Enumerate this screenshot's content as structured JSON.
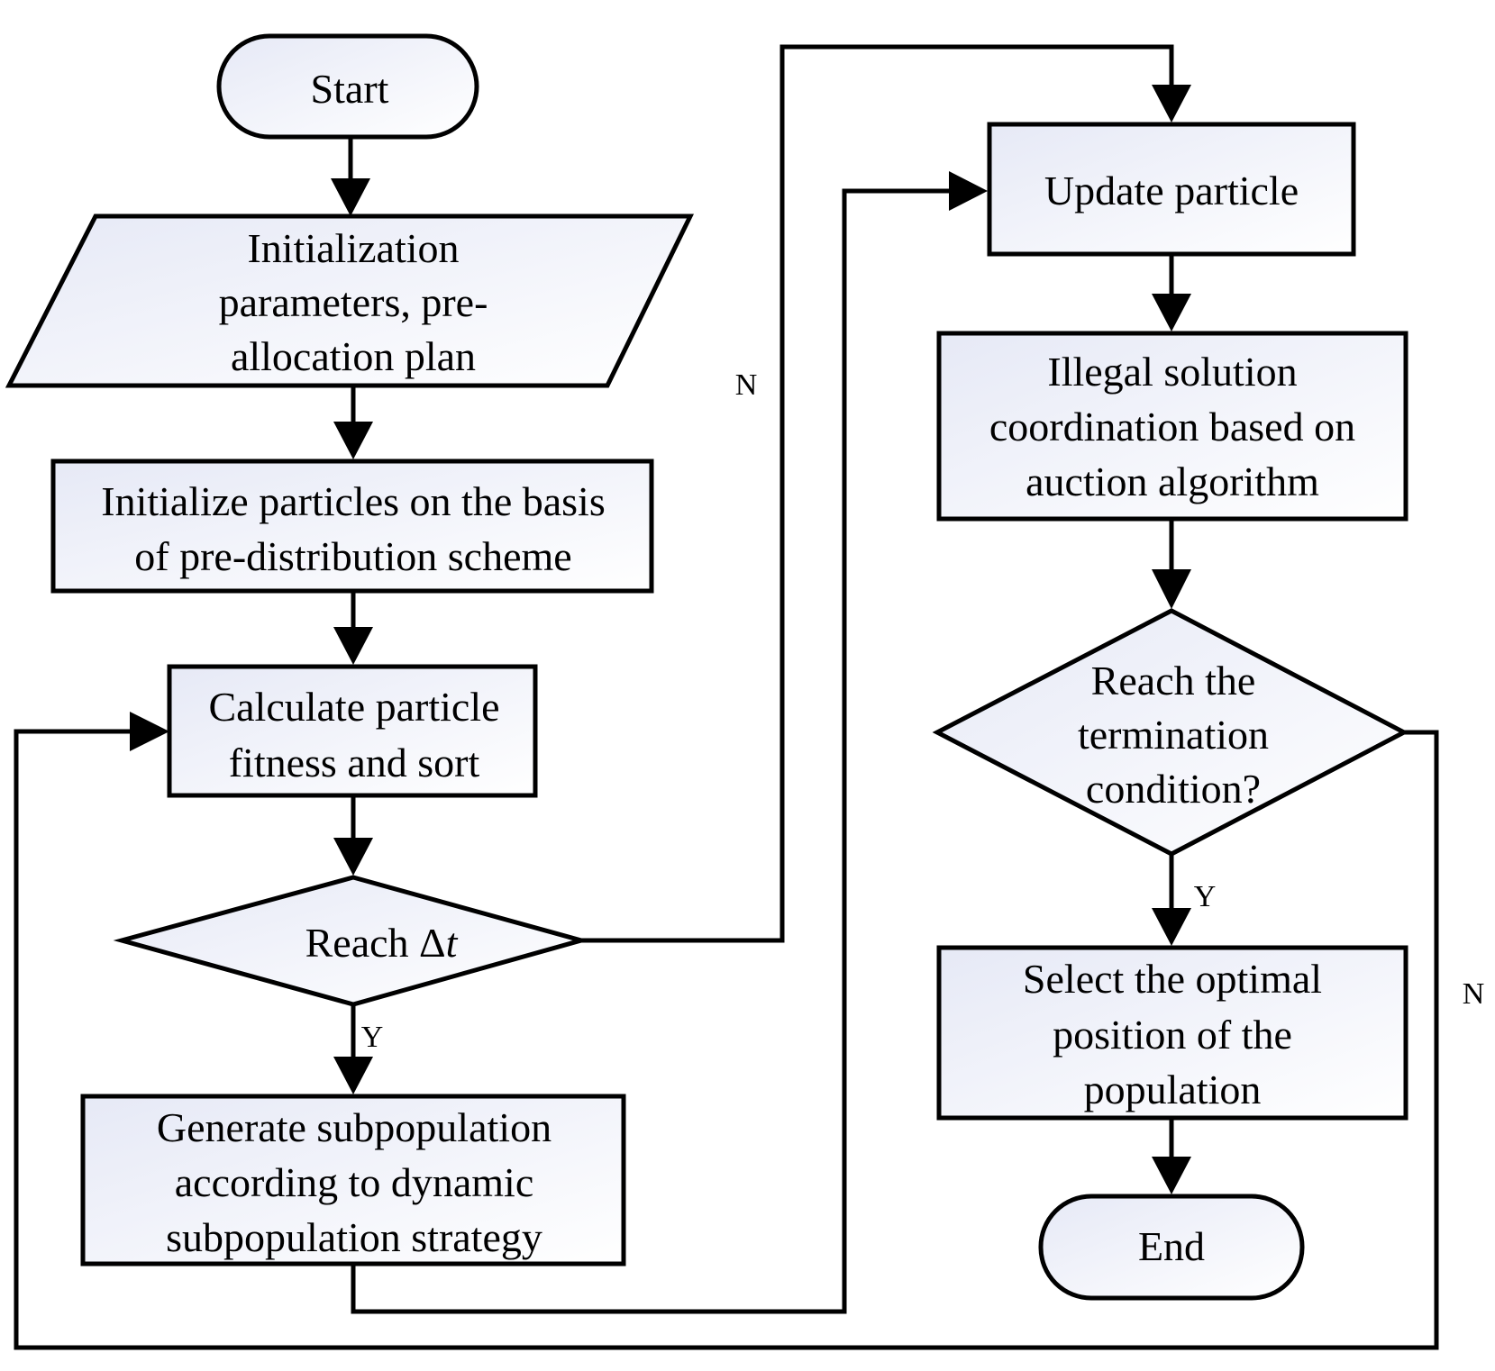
{
  "diagram": {
    "nodes": {
      "start": {
        "text": "Start"
      },
      "init_params": {
        "lines": [
          "Initialization",
          "parameters, pre-",
          "allocation plan"
        ]
      },
      "init_particles": {
        "lines": [
          "Initialize particles on the basis",
          "of pre-distribution scheme"
        ]
      },
      "calc_fitness": {
        "lines": [
          "Calculate particle",
          "fitness and sort"
        ]
      },
      "reach_dt": {
        "text": "Reach Δ",
        "var": "t"
      },
      "generate_subpop": {
        "lines": [
          "Generate subpopulation",
          "according to dynamic",
          "subpopulation strategy"
        ]
      },
      "update_particle": {
        "text": "Update particle"
      },
      "illegal_solution": {
        "lines": [
          "Illegal solution",
          "coordination based on",
          "auction algorithm"
        ]
      },
      "termination": {
        "lines": [
          "Reach the",
          "termination",
          "condition?"
        ]
      },
      "select_optimal": {
        "lines": [
          "Select the optimal",
          "position of the",
          "population"
        ]
      },
      "end": {
        "text": "End"
      }
    },
    "edge_labels": {
      "reach_dt_yes": "Y",
      "reach_dt_no": "N",
      "termination_yes": "Y",
      "termination_no": "N"
    },
    "colors": {
      "stroke": "#000000",
      "fill_light": "#ffffff",
      "fill_tint": "#e6e9f6"
    }
  }
}
